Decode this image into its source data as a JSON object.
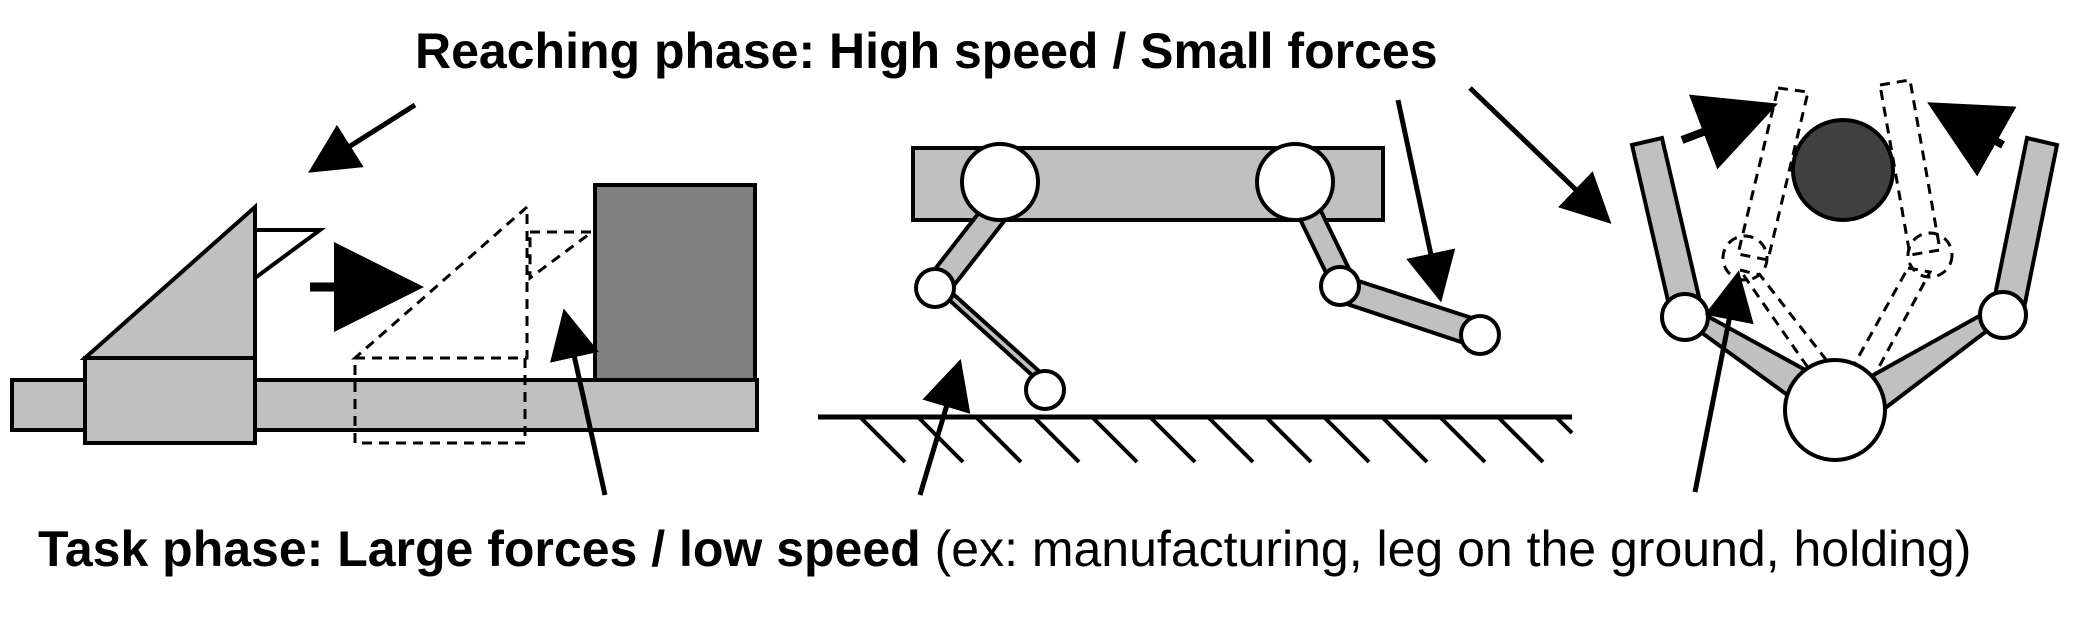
{
  "labels": {
    "reaching": "Reaching phase: High speed / Small forces",
    "task_bold": "Task phase: Large forces / low speed",
    "task_rest": " (ex: manufacturing, leg on the ground, holding)"
  },
  "colors": {
    "light_gray": "#c0c0c0",
    "mid_gray": "#808080",
    "dark_gray": "#404040",
    "outline": "#000000"
  }
}
